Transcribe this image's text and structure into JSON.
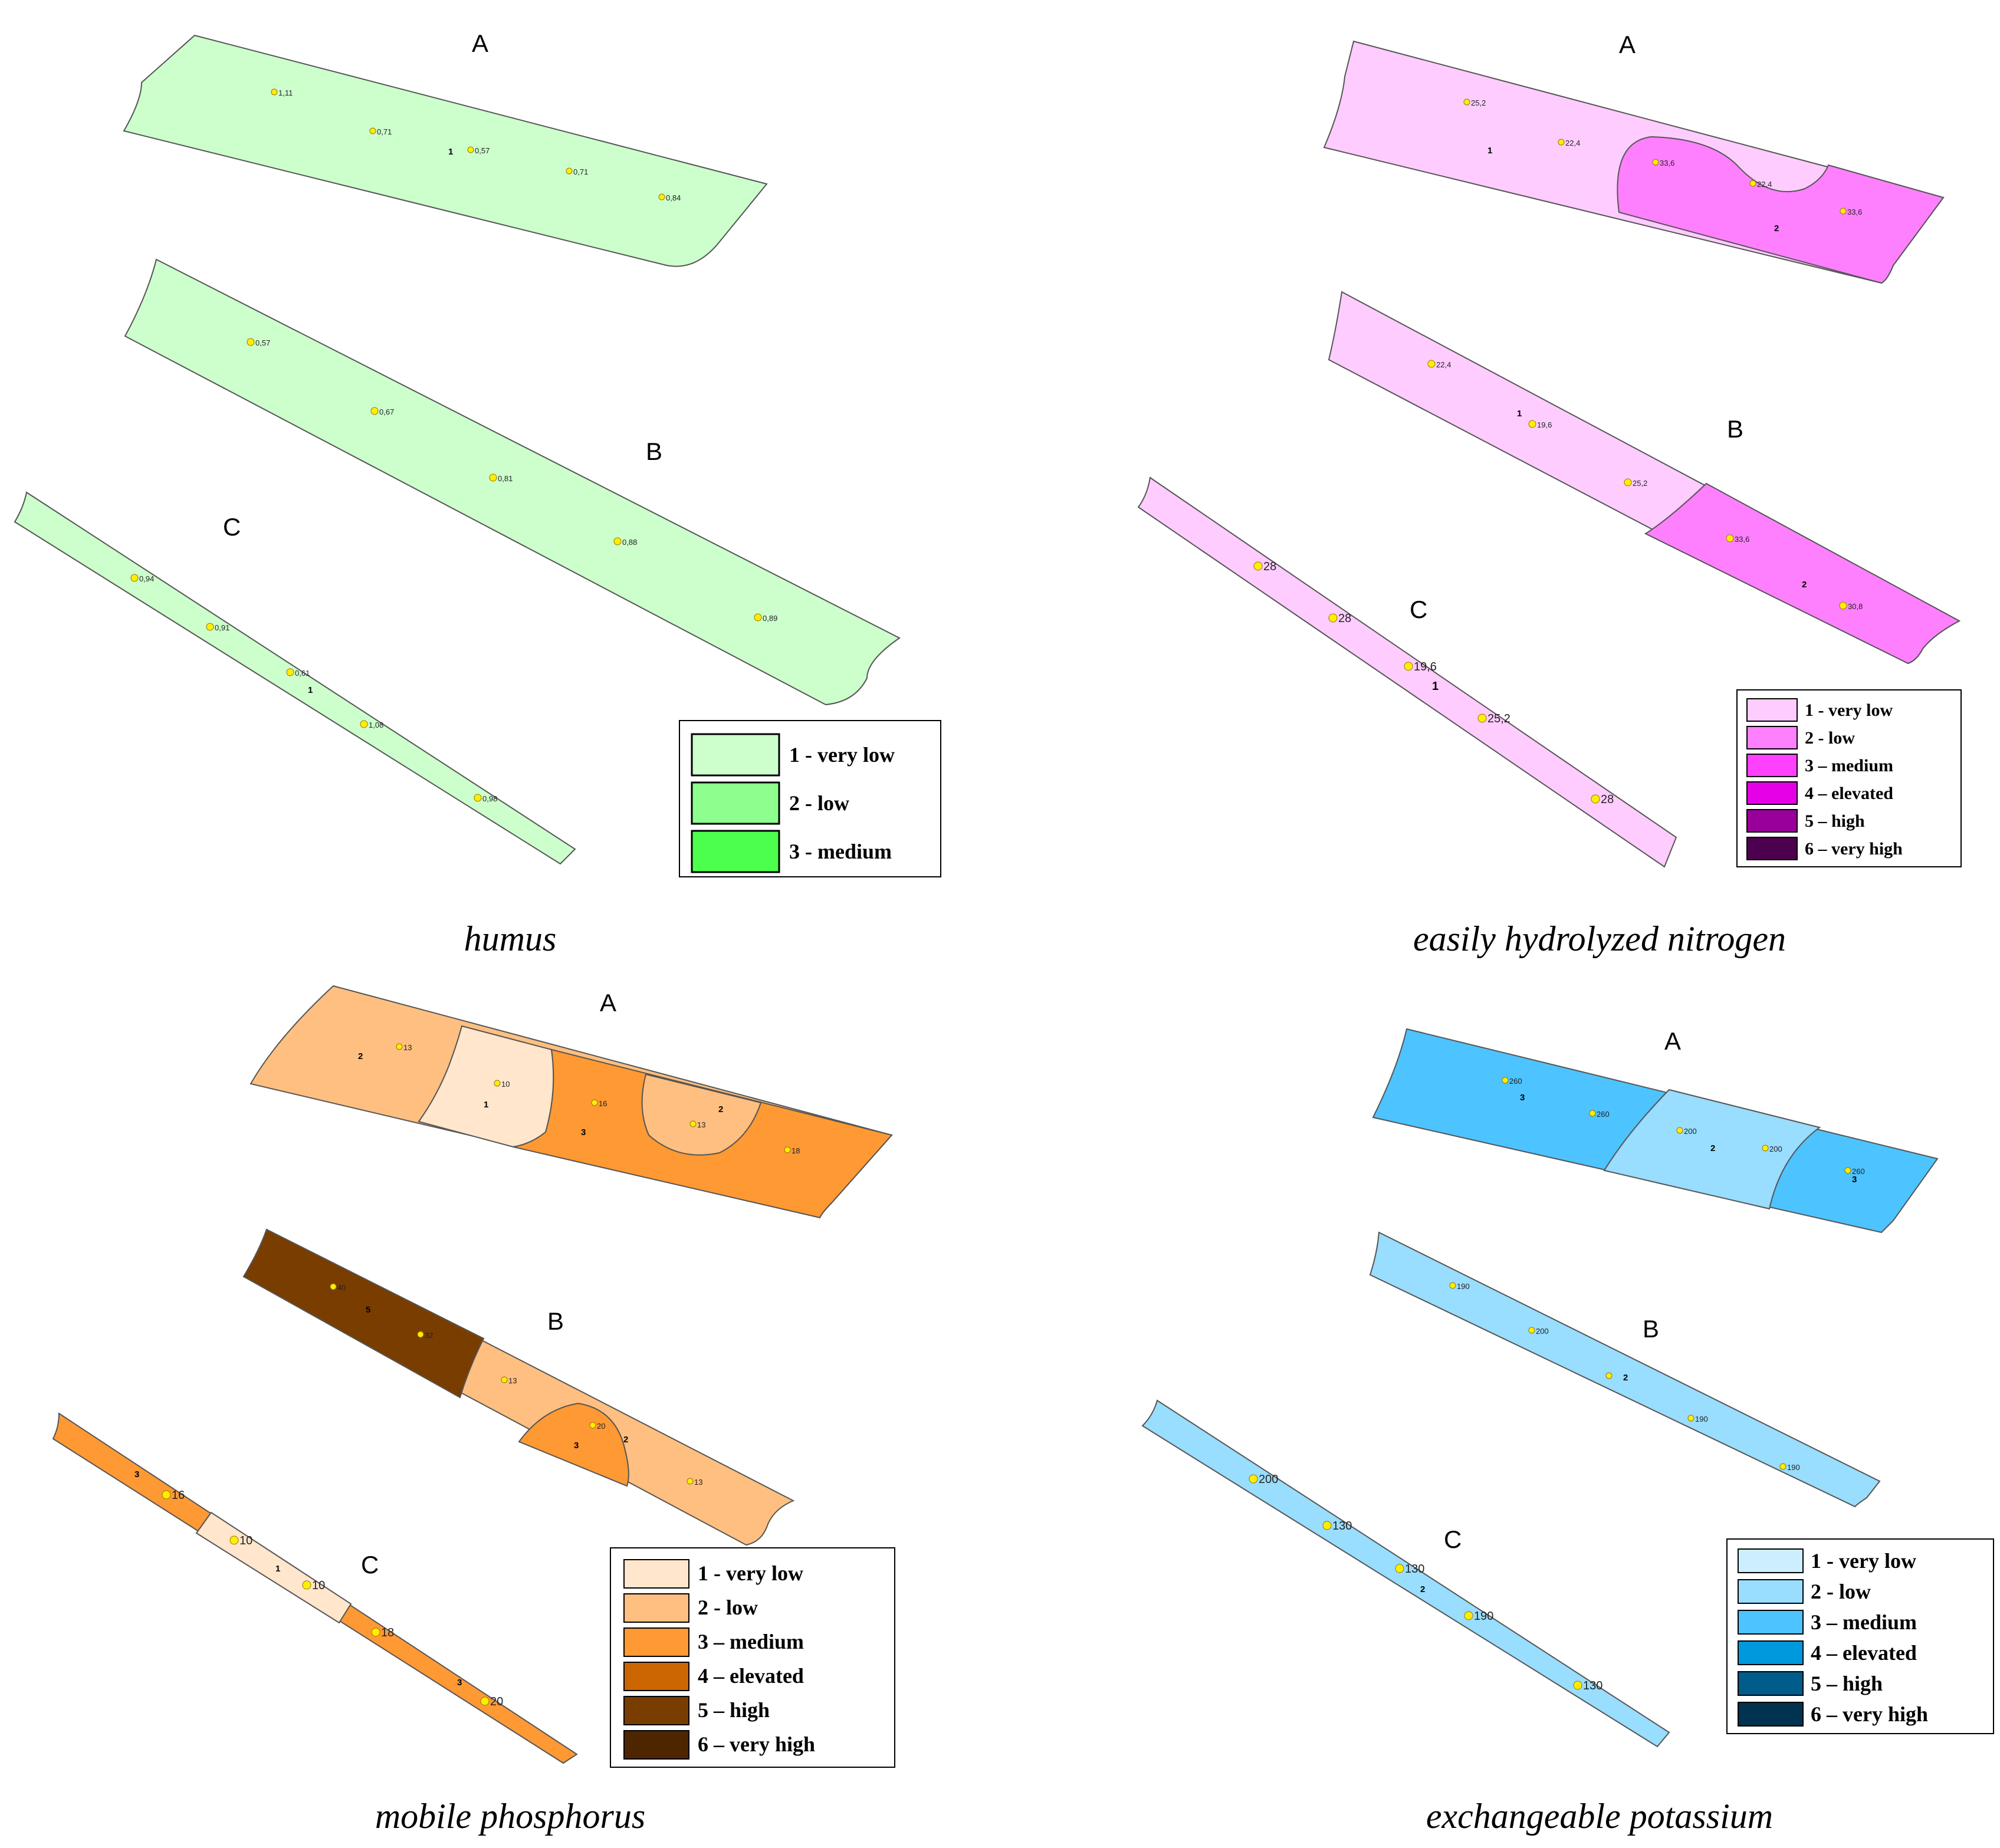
{
  "panels": {
    "humus": {
      "caption": "humus",
      "colors": {
        "1": "#ccffcc",
        "2": "#8eff8e",
        "3": "#4dff4d"
      },
      "fields": {
        "A": "A",
        "B": "B",
        "C": "C"
      },
      "zone_labels": {
        "a1": "1",
        "c1": "1"
      },
      "points": {
        "a": [
          "1,11",
          "0,71",
          "0,57",
          "0,71",
          "0,84"
        ],
        "b": [
          "0,57",
          "0,67",
          "0,81",
          "0,88",
          "0,89"
        ],
        "c": [
          "0,94",
          "0,91",
          "0,61",
          "1,08",
          "0,98"
        ]
      },
      "legend": [
        {
          "label": "1 - very low",
          "color": "#ccffcc"
        },
        {
          "label": "2 - low",
          "color": "#8eff8e"
        },
        {
          "label": "3 - medium",
          "color": "#4dff4d"
        }
      ]
    },
    "nitrogen": {
      "caption": "easily hydrolyzed nitrogen",
      "colors": {
        "1": "#ffccff",
        "2": "#ff80ff"
      },
      "fields": {
        "A": "A",
        "B": "B",
        "C": "C"
      },
      "zone_labels": {
        "a1": "1",
        "a2": "2",
        "b1": "1",
        "b2": "2",
        "c1": "1"
      },
      "points": {
        "a": [
          "25,2",
          "22,4",
          "33,6",
          "22,4",
          "33,6"
        ],
        "b": [
          "22,4",
          "19,6",
          "25,2",
          "33,6",
          "30,8"
        ],
        "c": [
          "28",
          "28",
          "19,6",
          "25,2",
          "28"
        ]
      },
      "legend": [
        {
          "label": "1 - very low",
          "color": "#ffccff"
        },
        {
          "label": "2 - low",
          "color": "#ff80ff"
        },
        {
          "label": "3 – medium",
          "color": "#ff40ff"
        },
        {
          "label": "4 – elevated",
          "color": "#e600e6"
        },
        {
          "label": "5 – high",
          "color": "#990099"
        },
        {
          "label": "6 – very high",
          "color": "#4d004d"
        }
      ]
    },
    "phosphorus": {
      "caption": "mobile phosphorus",
      "colors": {
        "1": "#ffe6cc",
        "2": "#ffbf80",
        "3": "#ff9933",
        "5": "#7a3d00"
      },
      "fields": {
        "A": "A",
        "B": "B",
        "C": "C"
      },
      "zone_labels": {
        "a2l": "2",
        "a1": "1",
        "a3": "3",
        "a2r": "2",
        "b5": "5",
        "b3": "3",
        "b2": "2",
        "c3l": "3",
        "c1": "1",
        "c3r": "3"
      },
      "points": {
        "a": [
          "13",
          "10",
          "16",
          "13",
          "18"
        ],
        "b": [
          "40",
          "32",
          "13",
          "20",
          "13"
        ],
        "c": [
          "16",
          "10",
          "10",
          "18",
          "20"
        ]
      },
      "legend": [
        {
          "label": "1 - very low",
          "color": "#ffe6cc"
        },
        {
          "label": "2 - low",
          "color": "#ffbf80"
        },
        {
          "label": "3 – medium",
          "color": "#ff9933"
        },
        {
          "label": "4 – elevated",
          "color": "#cc6600"
        },
        {
          "label": "5 – high",
          "color": "#7a3d00"
        },
        {
          "label": "6 – very high",
          "color": "#4d2600"
        }
      ]
    },
    "potassium": {
      "caption": "exchangeable potassium",
      "colors": {
        "2": "#99ddff",
        "3": "#4dc3ff"
      },
      "fields": {
        "A": "A",
        "B": "B",
        "C": "C"
      },
      "zone_labels": {
        "a3l": "3",
        "a2": "2",
        "a3r": "3",
        "b2": "2",
        "c2": "2"
      },
      "points": {
        "a": [
          "260",
          "260",
          "200",
          "200",
          "260"
        ],
        "b": [
          "190",
          "200",
          "",
          "190",
          "190"
        ],
        "c": [
          "200",
          "130",
          "130",
          "190",
          "130"
        ]
      },
      "legend": [
        {
          "label": "1 - very low",
          "color": "#cceeff"
        },
        {
          "label": "2 - low",
          "color": "#99ddff"
        },
        {
          "label": "3 – medium",
          "color": "#4dc3ff"
        },
        {
          "label": "4 – elevated",
          "color": "#0099dd"
        },
        {
          "label": "5 – high",
          "color": "#005c8a"
        },
        {
          "label": "6 – very high",
          "color": "#003350"
        }
      ]
    }
  }
}
